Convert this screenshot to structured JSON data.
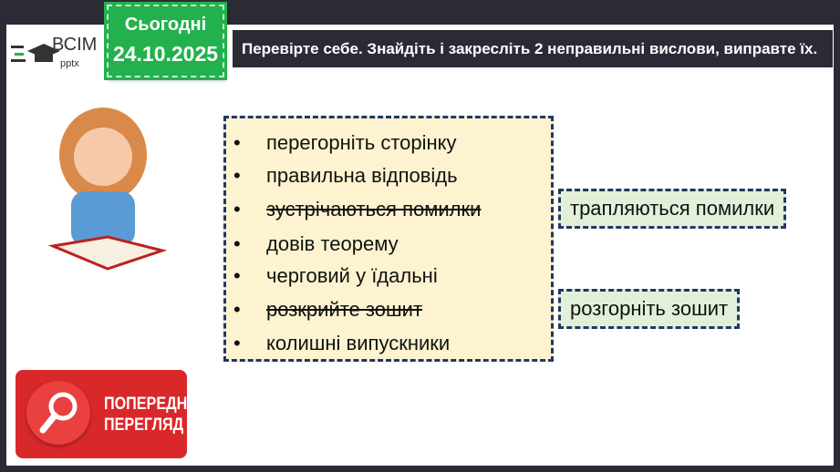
{
  "logo": {
    "text": "ВСІМ",
    "sub": "pptx"
  },
  "date": {
    "label": "Сьогодні",
    "value": "24.10.2025"
  },
  "title": "Перевірте себе. Знайдіть і закресліть 2 неправильні вислови, виправте їх.",
  "items": [
    {
      "text": "перегорніть сторінку",
      "struck": false
    },
    {
      "text": "правильна відповідь",
      "struck": false
    },
    {
      "text": "зустрічаються помилки",
      "struck": true
    },
    {
      "text": "довів теорему",
      "struck": false
    },
    {
      "text": "черговий у їдальні",
      "struck": false
    },
    {
      "text": "розкрийте зошит",
      "struck": true
    },
    {
      "text": "колишні випускники",
      "struck": false
    }
  ],
  "corrections": [
    "трапляються помилки",
    "розгорніть зошит"
  ],
  "preview": {
    "line1": "ПОПЕРЕДНІЙ",
    "line2": "ПЕРЕГЛЯД"
  },
  "colors": {
    "accent_green": "#22b14c",
    "frame": "#2a2b35",
    "list_bg": "#fdf3d0",
    "fix_bg": "#e2f0d9",
    "preview_red": "#d9282a"
  }
}
